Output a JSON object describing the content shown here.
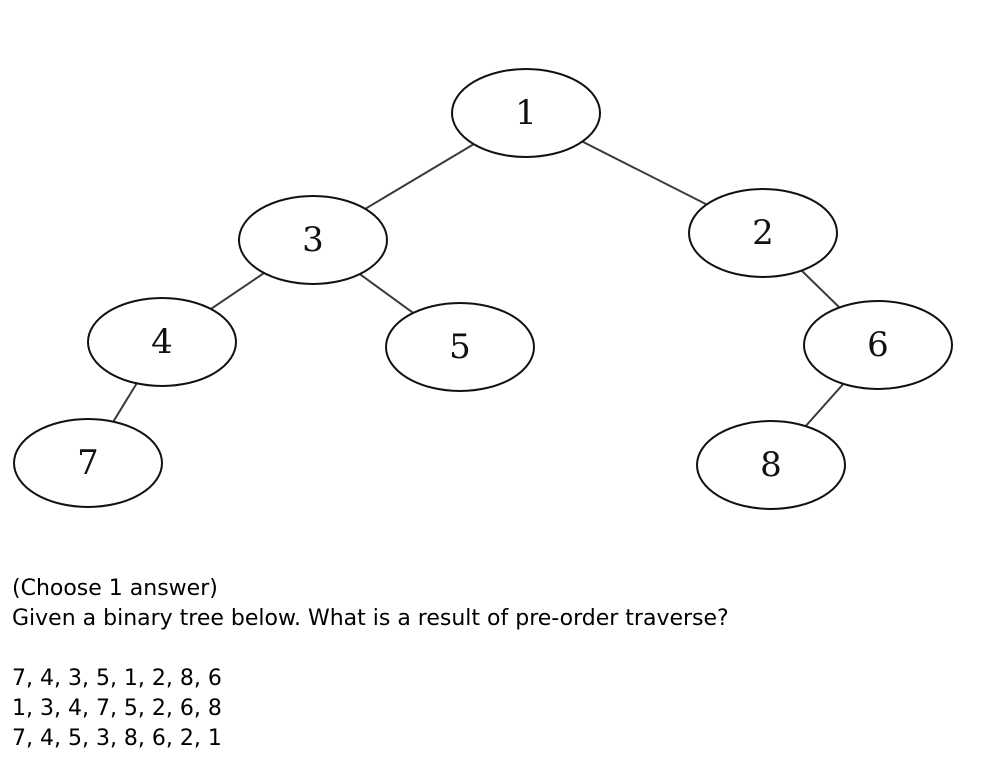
{
  "tree": {
    "nodes": [
      {
        "id": "n1",
        "label": "1"
      },
      {
        "id": "n3",
        "label": "3"
      },
      {
        "id": "n2",
        "label": "2"
      },
      {
        "id": "n4",
        "label": "4"
      },
      {
        "id": "n5",
        "label": "5"
      },
      {
        "id": "n6",
        "label": "6"
      },
      {
        "id": "n7",
        "label": "7"
      },
      {
        "id": "n8",
        "label": "8"
      }
    ],
    "edges": [
      {
        "from": "n1",
        "to": "n3"
      },
      {
        "from": "n1",
        "to": "n2"
      },
      {
        "from": "n3",
        "to": "n4"
      },
      {
        "from": "n3",
        "to": "n5"
      },
      {
        "from": "n2",
        "to": "n6"
      },
      {
        "from": "n4",
        "to": "n7"
      },
      {
        "from": "n6",
        "to": "n8"
      }
    ]
  },
  "question": {
    "instruction": "(Choose 1 answer)",
    "prompt": "Given a binary tree below. What is a result of pre-order traverse?",
    "options": [
      "7, 4, 3, 5, 1, 2, 8, 6",
      "1, 3, 4, 7, 5, 2, 6, 8",
      "7, 4, 5, 3, 8, 6, 2, 1"
    ]
  }
}
